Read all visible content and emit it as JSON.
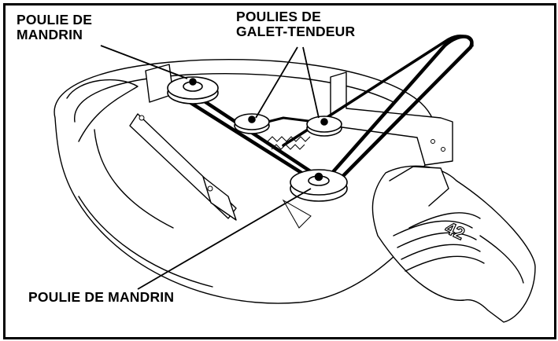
{
  "labels": {
    "spindle_pulley_top": "POULIE DE\nMANDRIN",
    "idler_pulleys": "POULIES DE\nGALET-TENDEUR",
    "spindle_pulley_bottom": "POULIE DE MANDRIN"
  },
  "deck_badge": "42",
  "colors": {
    "ink": "#000000",
    "paper": "#ffffff"
  }
}
